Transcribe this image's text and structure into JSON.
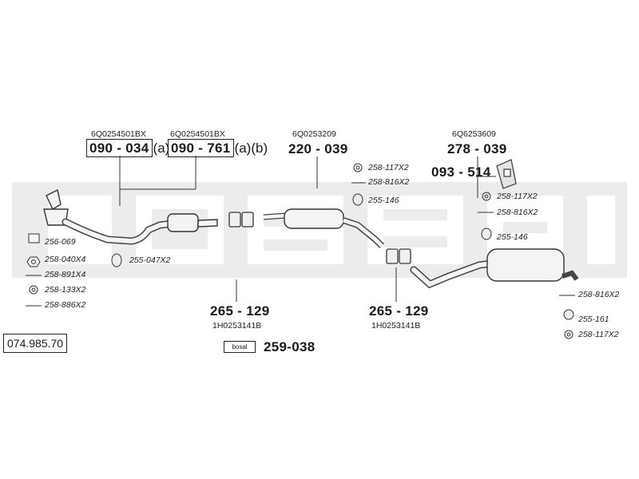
{
  "reference_code": "074.985.70",
  "watermark": "bosal",
  "brand_box_label": "bosal",
  "catalytic": {
    "oe_left": "6Q0254501BX",
    "oe_right": "6Q0254501BX",
    "part_left": "090 - 034",
    "part_left_suffix": "(a)",
    "part_right": "090 - 761",
    "part_right_suffix": "(a)(b)"
  },
  "middle_silencer": {
    "oe": "6Q0253209",
    "part": "220 - 039"
  },
  "rear_silencer": {
    "oe": "6Q6253609",
    "part": "278 - 039",
    "bracket_part": "093 - 514"
  },
  "connector_left": {
    "part": "265 - 129",
    "oe": "1H0253141B"
  },
  "connector_right": {
    "part": "265 - 129",
    "oe": "1H0253141B"
  },
  "mounting_kit": {
    "part": "259-038"
  },
  "hardware_left": {
    "items": [
      "256-069",
      "258-040X4",
      "258-891X4",
      "258-133X2",
      "258-886X2"
    ],
    "hanger": "255-047X2"
  },
  "hardware_mid": {
    "items": [
      "258-117X2",
      "258-816X2",
      "255-146"
    ]
  },
  "hardware_rear_top": {
    "items": [
      "258-117X2",
      "258-816X2",
      "255-146"
    ]
  },
  "hardware_rear_bottom": {
    "items": [
      "258-816X2",
      "255-161",
      "258-117X2"
    ]
  }
}
